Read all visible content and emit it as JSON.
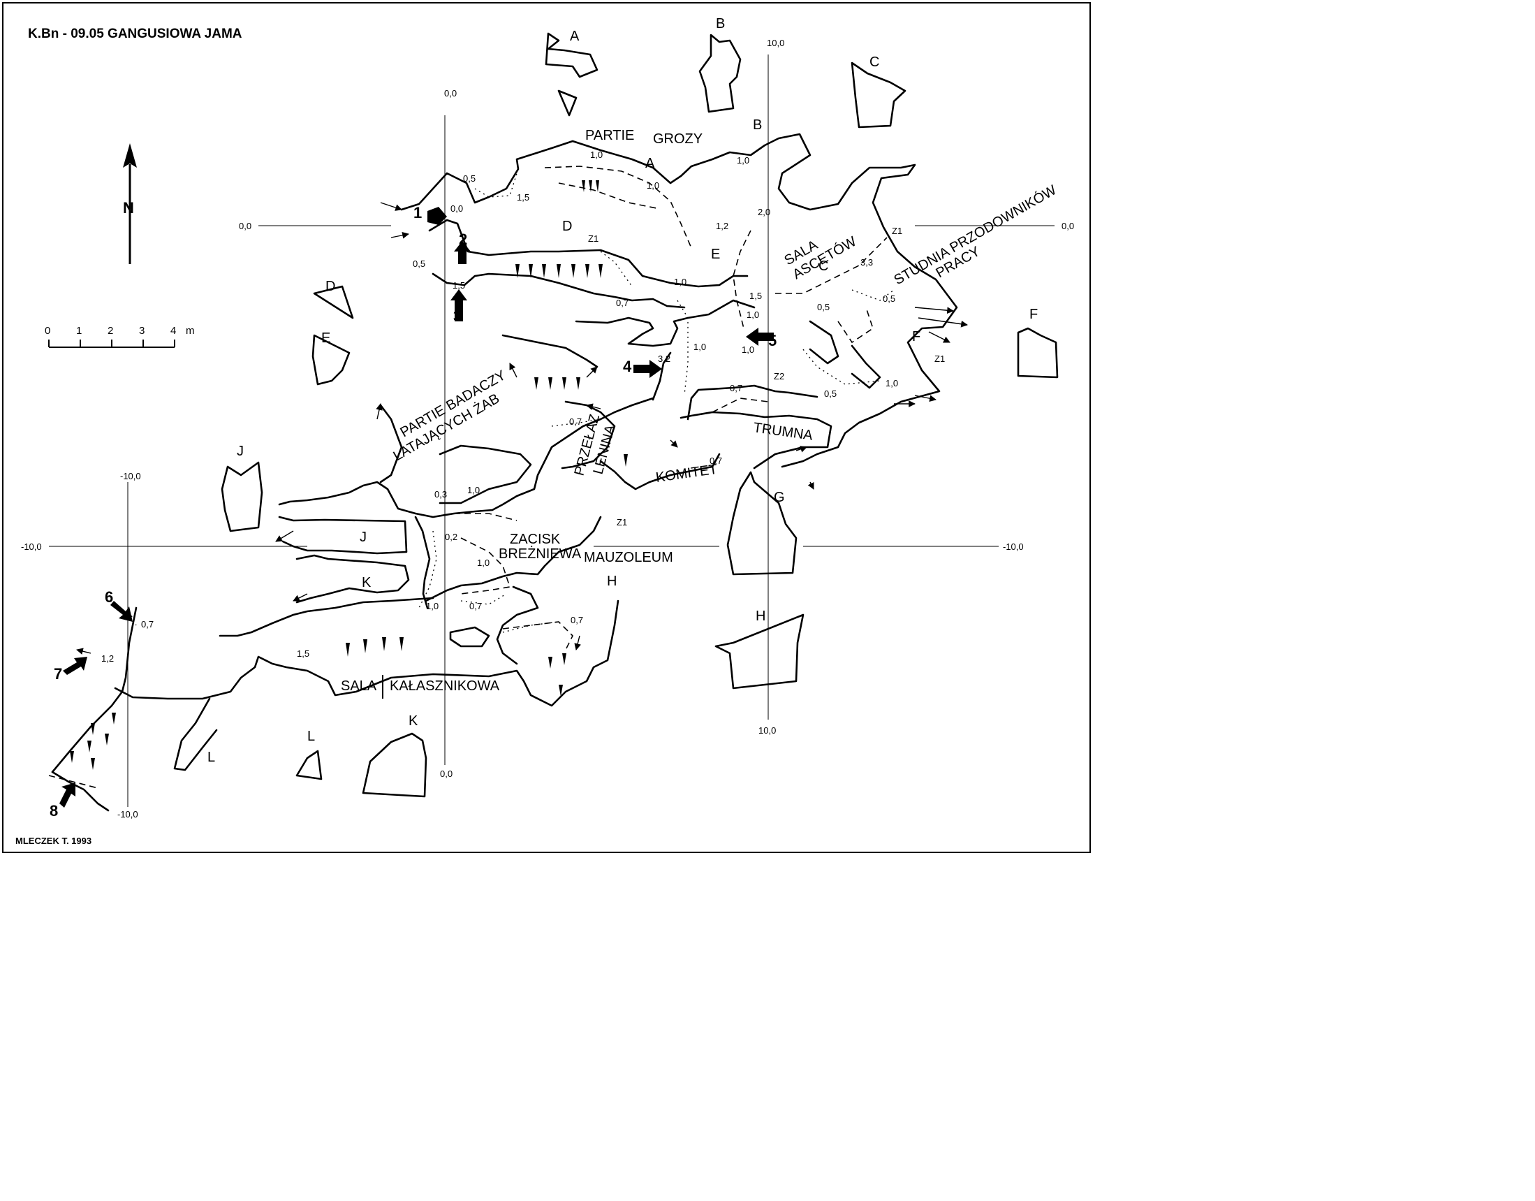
{
  "header": {
    "title": "K.Bn - 09.05 GANGUSIOWA JAMA",
    "author": "MLECZEK T. 1993"
  },
  "north_arrow": {
    "label": "N",
    "icon": "north-arrow-icon"
  },
  "scale_bar": {
    "ticks": [
      "0",
      "1",
      "2",
      "3",
      "4"
    ],
    "unit": "m"
  },
  "grid_labels": {
    "top_0": "0,0",
    "top_10": "10,0",
    "left_0": "0,0",
    "right_0": "0,0",
    "left_m10": "-10,0",
    "right_m10": "-10,0",
    "leftcol_m10": "-10,0",
    "bottom_0": "0,0",
    "bottom_m10": "-10,0",
    "bottom_10": "10,0"
  },
  "chambers": {
    "partie": "PARTIE",
    "grozy": "GROZY",
    "sala": "SALA",
    "ascetow": "ASCETÓW",
    "studnia_1": "STUDNIA PRZODOWNIKÓW",
    "studnia_2": "PRACY",
    "badaczy_1": "PARTIE BADACZY",
    "badaczy_2": "LATAJĄCYCH ŻAB",
    "przelaz_1": "PRZEŁAZ",
    "przelaz_2": "LENINA",
    "trumna": "TRUMNA",
    "komitet": "KOMITET",
    "zacisk_1": "ZACISK",
    "zacisk_2": "BREŻNIEWA",
    "mauzoleum": "MAUZOLEUM",
    "sala_k": "SALA",
    "kalasznikowa": "KAŁASZNIKOWA"
  },
  "section_letters": {
    "A": "A",
    "B": "B",
    "C": "C",
    "D": "D",
    "E": "E",
    "F": "F",
    "G": "G",
    "H": "H",
    "J": "J",
    "K": "K",
    "L": "L"
  },
  "entrances": [
    "1",
    "2",
    "3",
    "4",
    "5",
    "6",
    "7",
    "8"
  ],
  "heights": {
    "h1": "0,5",
    "h2": "1,5",
    "h3": "0,0",
    "h4": "0,5",
    "h5": "1,5",
    "h6": "1,0",
    "h7": "1,0",
    "h8": "1,0",
    "h9": "1,2",
    "h10": "2,0",
    "h11": "1,0",
    "h12": "0,7",
    "h13": "1,0",
    "h14": "3,2",
    "h15": "1,0",
    "h16": "1,5",
    "h17": "0,5",
    "h18": "3,3",
    "h19": "0,5",
    "h20": "0,7",
    "h21": "0,5",
    "h22": "1,0",
    "h23": "0,7",
    "h24": "0,7",
    "h25": "0,3",
    "h26": "1,0",
    "h27": "0,2",
    "h28": "1,0",
    "h29": "1,0",
    "h30": "0,7",
    "h31": "0,7",
    "h32": "0,7",
    "h33": "1,2",
    "h34": "1,5",
    "h35": "1,0"
  },
  "draughts": {
    "z1": "Z1",
    "z2": "Z2"
  }
}
